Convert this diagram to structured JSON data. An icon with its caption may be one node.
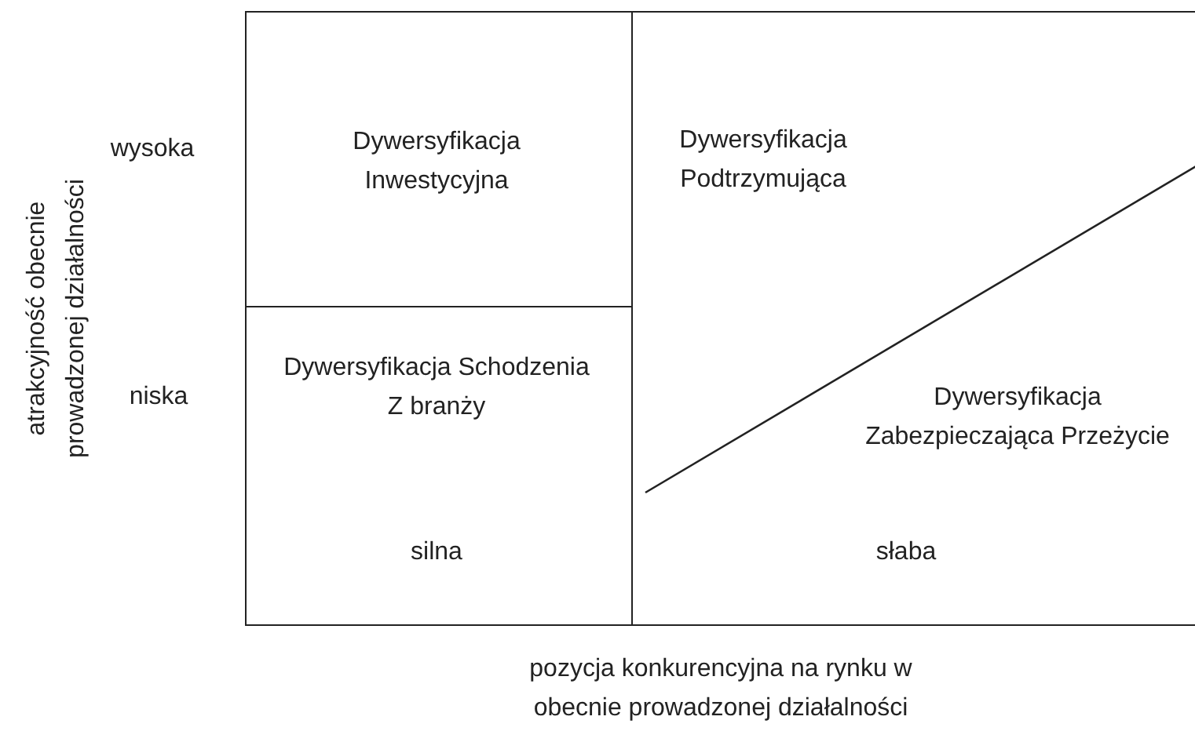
{
  "diagram": {
    "nodes": [
      {
        "text": [
          "Dywersyfikacja Inwestycyjna"
        ]
      },
      {
        "text": [
          "Dywersyfikacja Schodzenia Z branży"
        ]
      },
      {
        "text": [
          "Dywersyfikacja Podtrzymująca",
          "Dywersyfikacja Zabezpieczająca Przeżycie"
        ]
      }
    ],
    "edges": [],
    "labels": [
      "atrakcyjność obecnie prowadzonej działalności",
      "wysoka",
      "niska",
      "silna",
      "słaba",
      "pozycja konkurencyjna na rynku w obecnie prowadzonej działalności"
    ]
  }
}
